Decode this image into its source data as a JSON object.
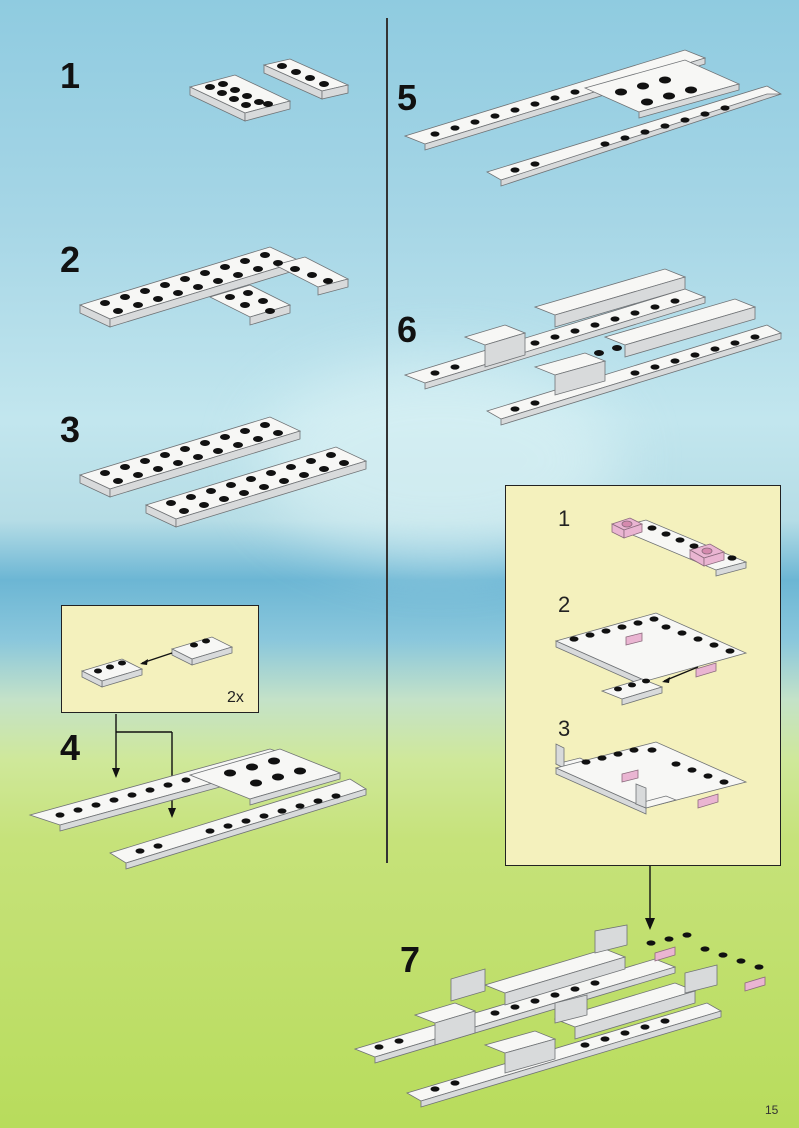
{
  "steps": {
    "s1": "1",
    "s2": "2",
    "s3": "3",
    "s4": "4",
    "s5": "5",
    "s6": "6",
    "s7": "7"
  },
  "callout_step4": {
    "multiplier": "2x"
  },
  "callout_right": {
    "sub1": "1",
    "sub2": "2",
    "sub3": "3"
  },
  "page_number": "15",
  "colors": {
    "brick": "#f7f7f5",
    "stud": "#111111",
    "pink": "#eab5d2",
    "callout_bg": "#f4f1bd"
  }
}
